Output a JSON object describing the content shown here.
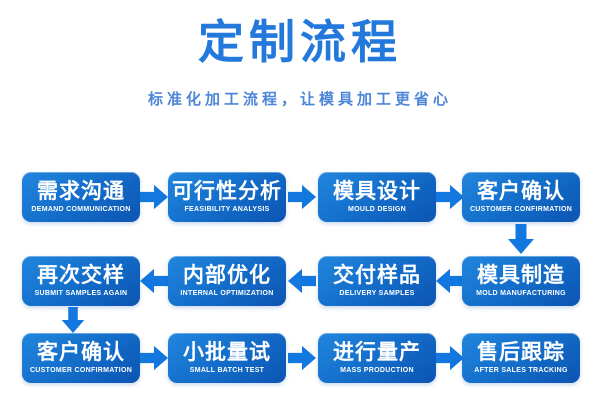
{
  "header": {
    "title": "定制流程",
    "subtitle": "标准化加工流程，让模具加工更省心"
  },
  "colors": {
    "title_text": "#2278db",
    "subtitle_text": "#4d86d8",
    "box_gradient_start": "#2286dd",
    "box_gradient_end": "#0c54b2",
    "arrow": "#1377e0",
    "step_text": "#ffffff",
    "background": "#ffffff"
  },
  "flow": {
    "rows": [
      {
        "direction": "right",
        "steps": [
          {
            "title": "需求沟通",
            "subtitle": "DEMAND COMMUNICATION"
          },
          {
            "title": "可行性分析",
            "subtitle": "FEASIBILITY ANALYSIS"
          },
          {
            "title": "模具设计",
            "subtitle": "MOULD DESIGN"
          },
          {
            "title": "客户确认",
            "subtitle": "CUSTOMER CONFIRMATION"
          }
        ]
      },
      {
        "direction": "left",
        "steps": [
          {
            "title": "再次交样",
            "subtitle": "SUBMIT SAMPLES AGAIN"
          },
          {
            "title": "内部优化",
            "subtitle": "INTERNAL OPTIMIZATION"
          },
          {
            "title": "交付样品",
            "subtitle": "DELIVERY SAMPLES"
          },
          {
            "title": "模具制造",
            "subtitle": "MOLD MANUFACTURING"
          }
        ]
      },
      {
        "direction": "right",
        "steps": [
          {
            "title": "客户确认",
            "subtitle": "CUSTOMER CONFIRMATION"
          },
          {
            "title": "小批量试",
            "subtitle": "SMALL BATCH TEST"
          },
          {
            "title": "进行量产",
            "subtitle": "MASS PRODUCTION"
          },
          {
            "title": "售后跟踪",
            "subtitle": "AFTER SALES TRACKING"
          }
        ]
      }
    ]
  }
}
